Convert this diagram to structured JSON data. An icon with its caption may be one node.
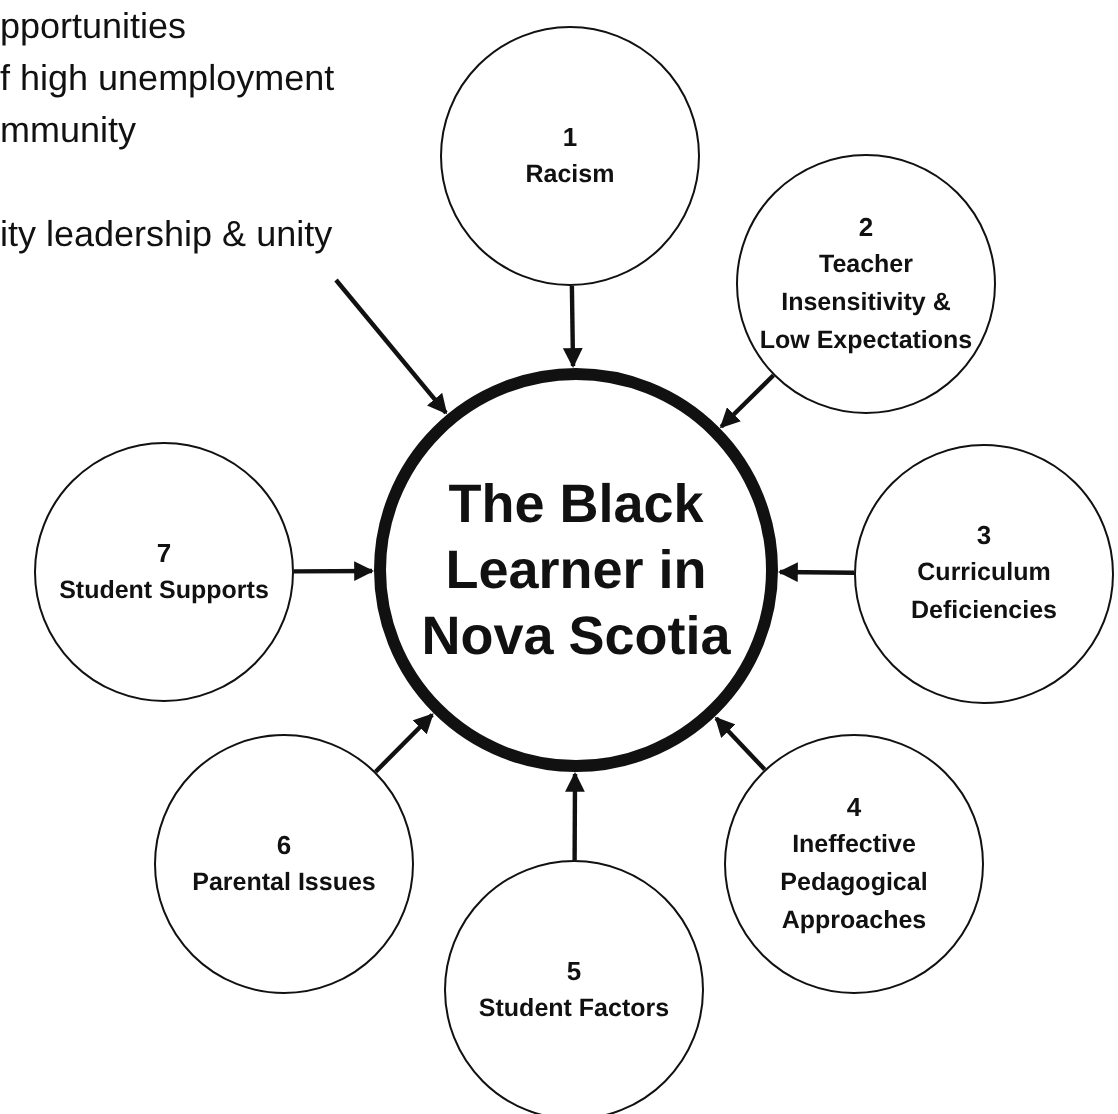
{
  "diagram": {
    "nodes": [
      {
        "text": [
          "pportunities",
          "f high unemployment",
          "mmunity",
          "ity leadership & unity"
        ]
      },
      {
        "text": [
          "The Black Learner in Nova Scotia"
        ]
      },
      {
        "text": [
          "1",
          "Racism"
        ]
      },
      {
        "text": [
          "2",
          "Teacher Insensitivity & Low Expectations"
        ]
      },
      {
        "text": [
          "3",
          "Curriculum Deficiencies"
        ]
      },
      {
        "text": [
          "4",
          "Ineffective Pedagogical Approaches"
        ]
      },
      {
        "text": [
          "5",
          "Student Factors"
        ]
      },
      {
        "text": [
          "6",
          "Parental Issues"
        ]
      },
      {
        "text": [
          "7",
          "Student Supports"
        ]
      }
    ],
    "edges": [
      {
        "from": 0,
        "to": 1,
        "arrow": "to"
      },
      {
        "from": 2,
        "to": 1,
        "arrow": "to"
      },
      {
        "from": 3,
        "to": 1,
        "arrow": "to"
      },
      {
        "from": 4,
        "to": 1,
        "arrow": "to"
      },
      {
        "from": 5,
        "to": 1,
        "arrow": "to"
      },
      {
        "from": 6,
        "to": 1,
        "arrow": "to"
      },
      {
        "from": 7,
        "to": 1,
        "arrow": "to"
      },
      {
        "from": 8,
        "to": 1,
        "arrow": "to"
      }
    ]
  }
}
